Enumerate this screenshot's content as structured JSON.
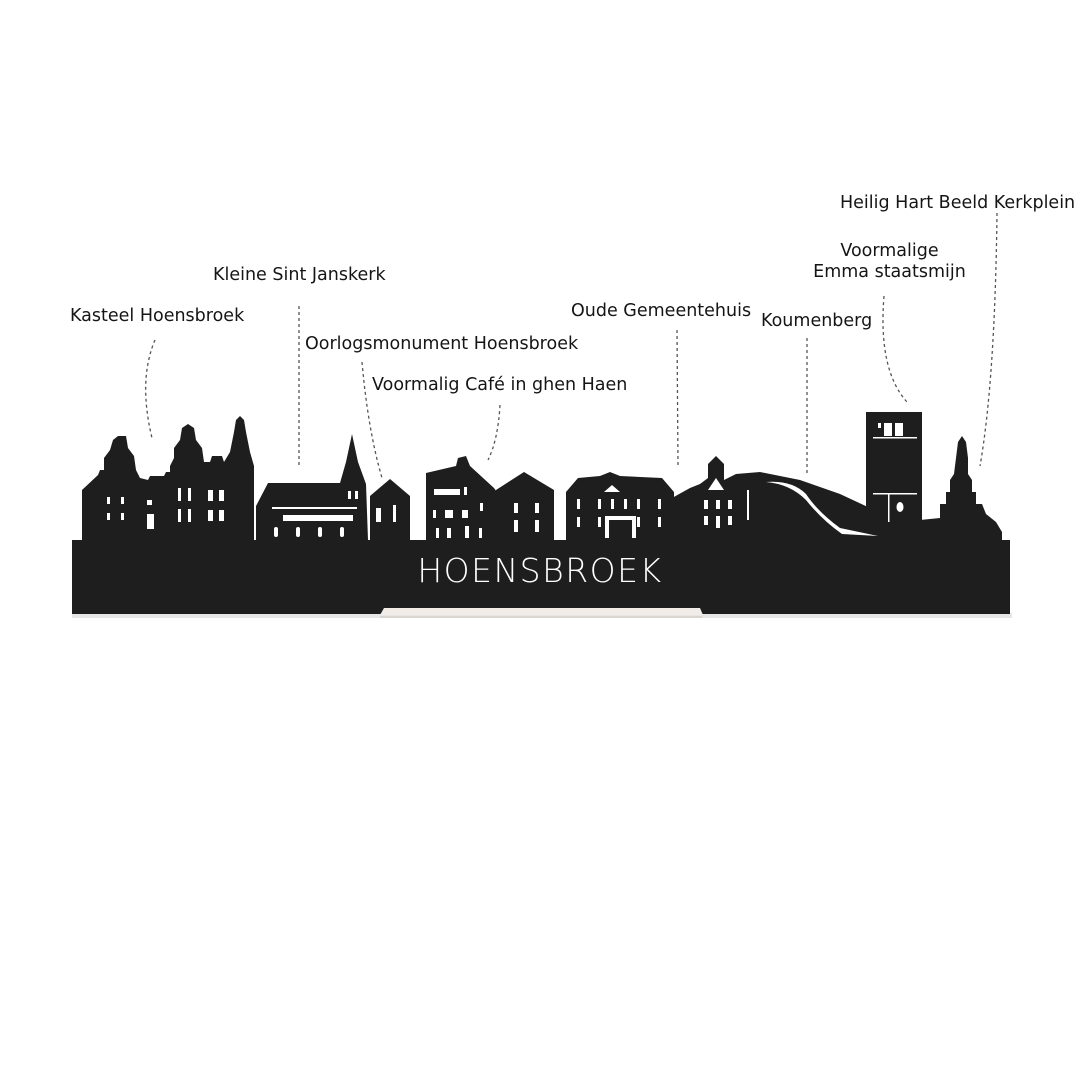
{
  "product": {
    "city_name": "HOENSBROEK",
    "colors": {
      "silhouette": "#1e1e1e",
      "base_stand": "#f1ece8",
      "leader_line": "#555555",
      "background": "#ffffff"
    }
  },
  "landmarks": [
    {
      "id": "kasteel",
      "label": "Kasteel Hoensbroek"
    },
    {
      "id": "janskerk",
      "label": "Kleine Sint Janskerk"
    },
    {
      "id": "oorlogsmonument",
      "label": "Oorlogsmonument Hoensbroek"
    },
    {
      "id": "cafe",
      "label": "Voormalig Café in ghen Haen"
    },
    {
      "id": "gemeentehuis",
      "label": "Oude Gemeentehuis"
    },
    {
      "id": "koumenberg",
      "label": "Koumenberg"
    },
    {
      "id": "emma",
      "label_line1": "Voormalige",
      "label_line2": "Emma staatsmijn"
    },
    {
      "id": "heilig",
      "label": "Heilig Hart Beeld Kerkplein"
    }
  ]
}
